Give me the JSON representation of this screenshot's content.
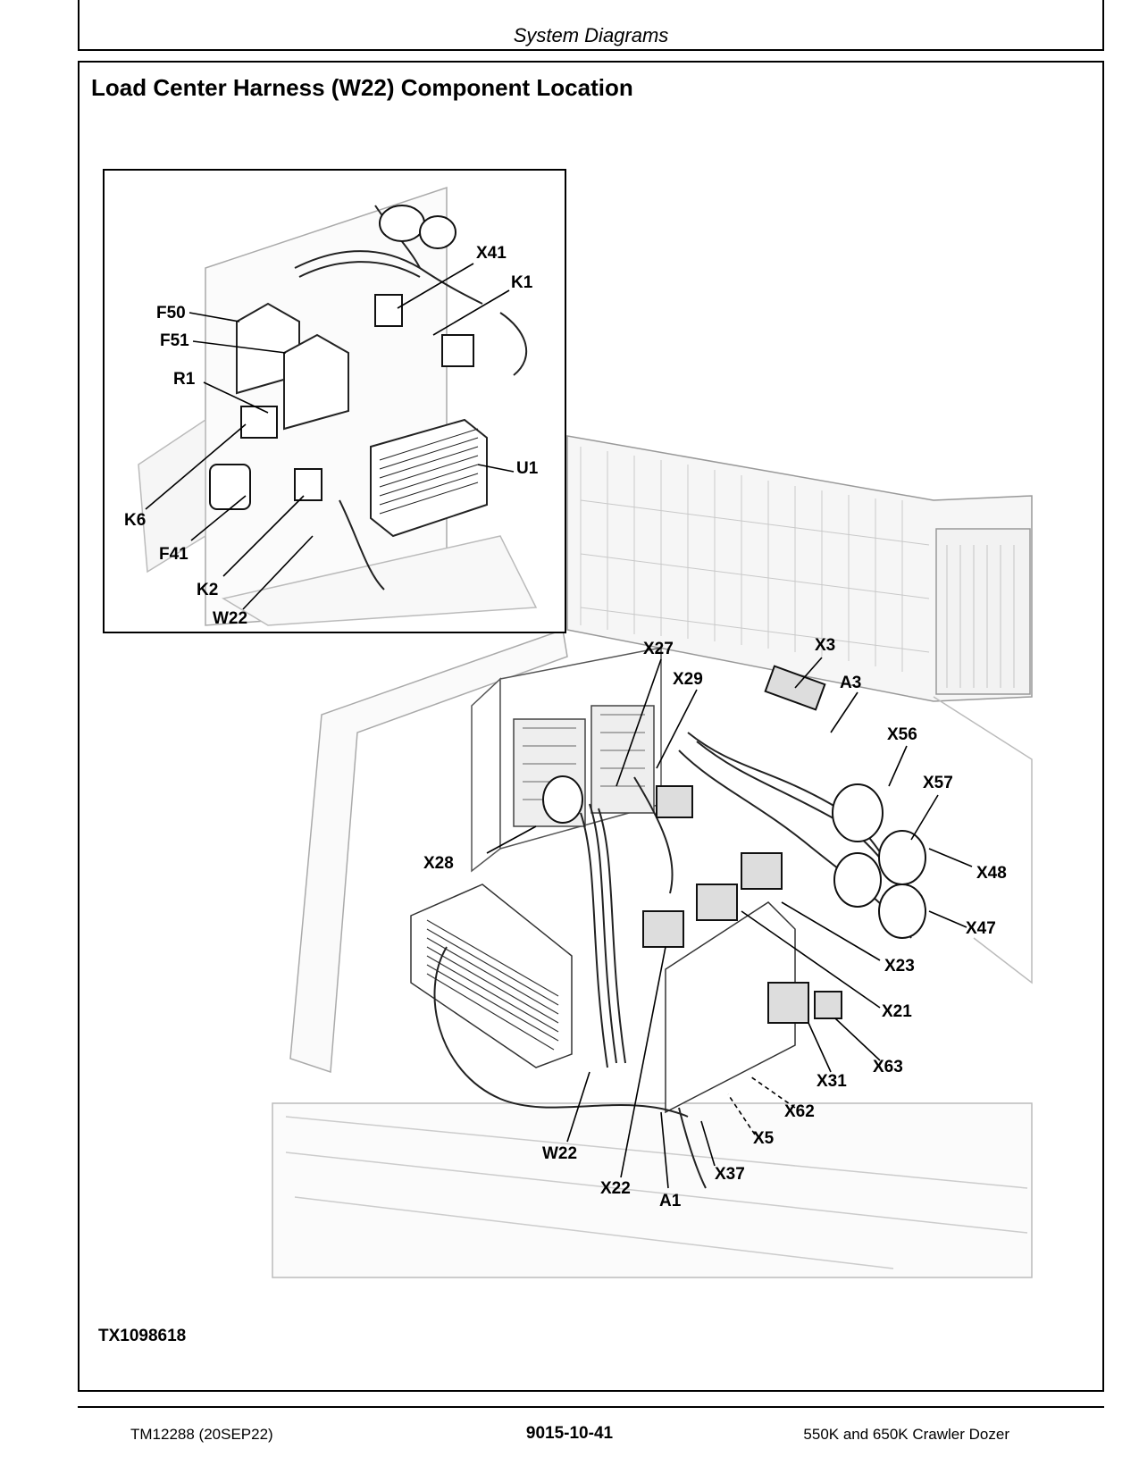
{
  "header": {
    "section": "System Diagrams"
  },
  "title": "Load Center Harness (W22) Component Location",
  "inset_callouts": {
    "x41": "X41",
    "k1": "K1",
    "f50": "F50",
    "f51": "F51",
    "r1": "R1",
    "u1": "U1",
    "k6": "K6",
    "f41": "F41",
    "k2": "K2",
    "w22": "W22"
  },
  "main_callouts": {
    "x27": "X27",
    "x3": "X3",
    "x29": "X29",
    "a3": "A3",
    "x56": "X56",
    "x57": "X57",
    "x28": "X28",
    "x48": "X48",
    "x47": "X47",
    "x23": "X23",
    "x21": "X21",
    "x63": "X63",
    "x31": "X31",
    "x62": "X62",
    "x5": "X5",
    "w22": "W22",
    "x37": "X37",
    "x22": "X22",
    "a1": "A1"
  },
  "figure_id": "TX1098618",
  "footer": {
    "left": "TM12288 (20SEP22)",
    "center": "9015-10-41",
    "right": "550K and 650K Crawler Dozer"
  }
}
